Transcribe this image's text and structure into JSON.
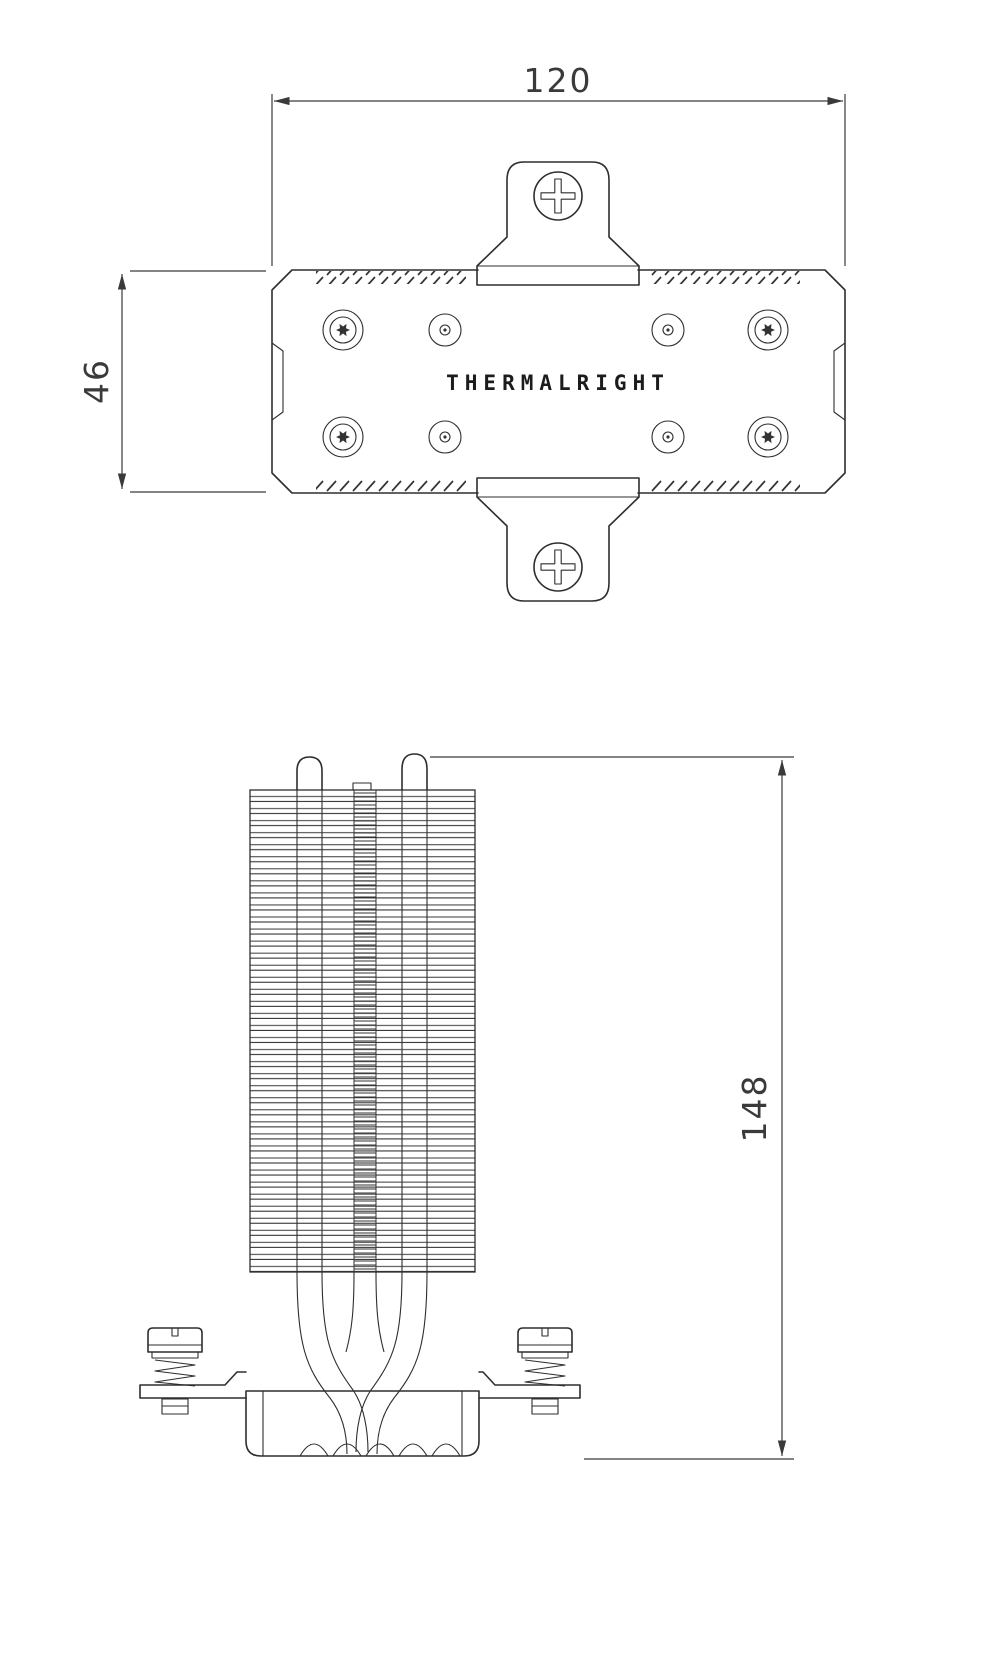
{
  "drawing": {
    "brand_label": "THERMALRIGHT",
    "dimensions": {
      "width_mm": "120",
      "depth_mm": "46",
      "height_mm": "148"
    }
  }
}
